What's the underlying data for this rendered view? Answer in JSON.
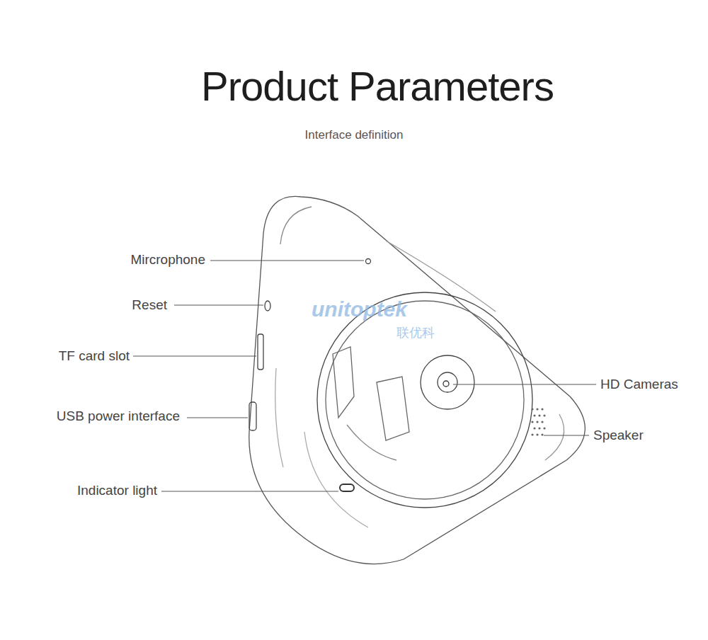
{
  "diagram": {
    "title": "Product Parameters",
    "labels": [
      "Interface definition",
      "Mircrophone",
      "Reset",
      "TF card slot",
      "USB power interface",
      "Indicator light",
      "HD Cameras",
      "Speaker",
      "unitoptek",
      "联优科"
    ]
  }
}
